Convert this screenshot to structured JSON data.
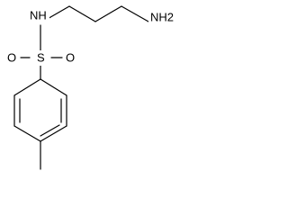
{
  "molecule": {
    "atoms": {
      "nh": "NH",
      "nh2": "NH2",
      "s": "S",
      "o_left": "O",
      "o_right": "O"
    }
  }
}
